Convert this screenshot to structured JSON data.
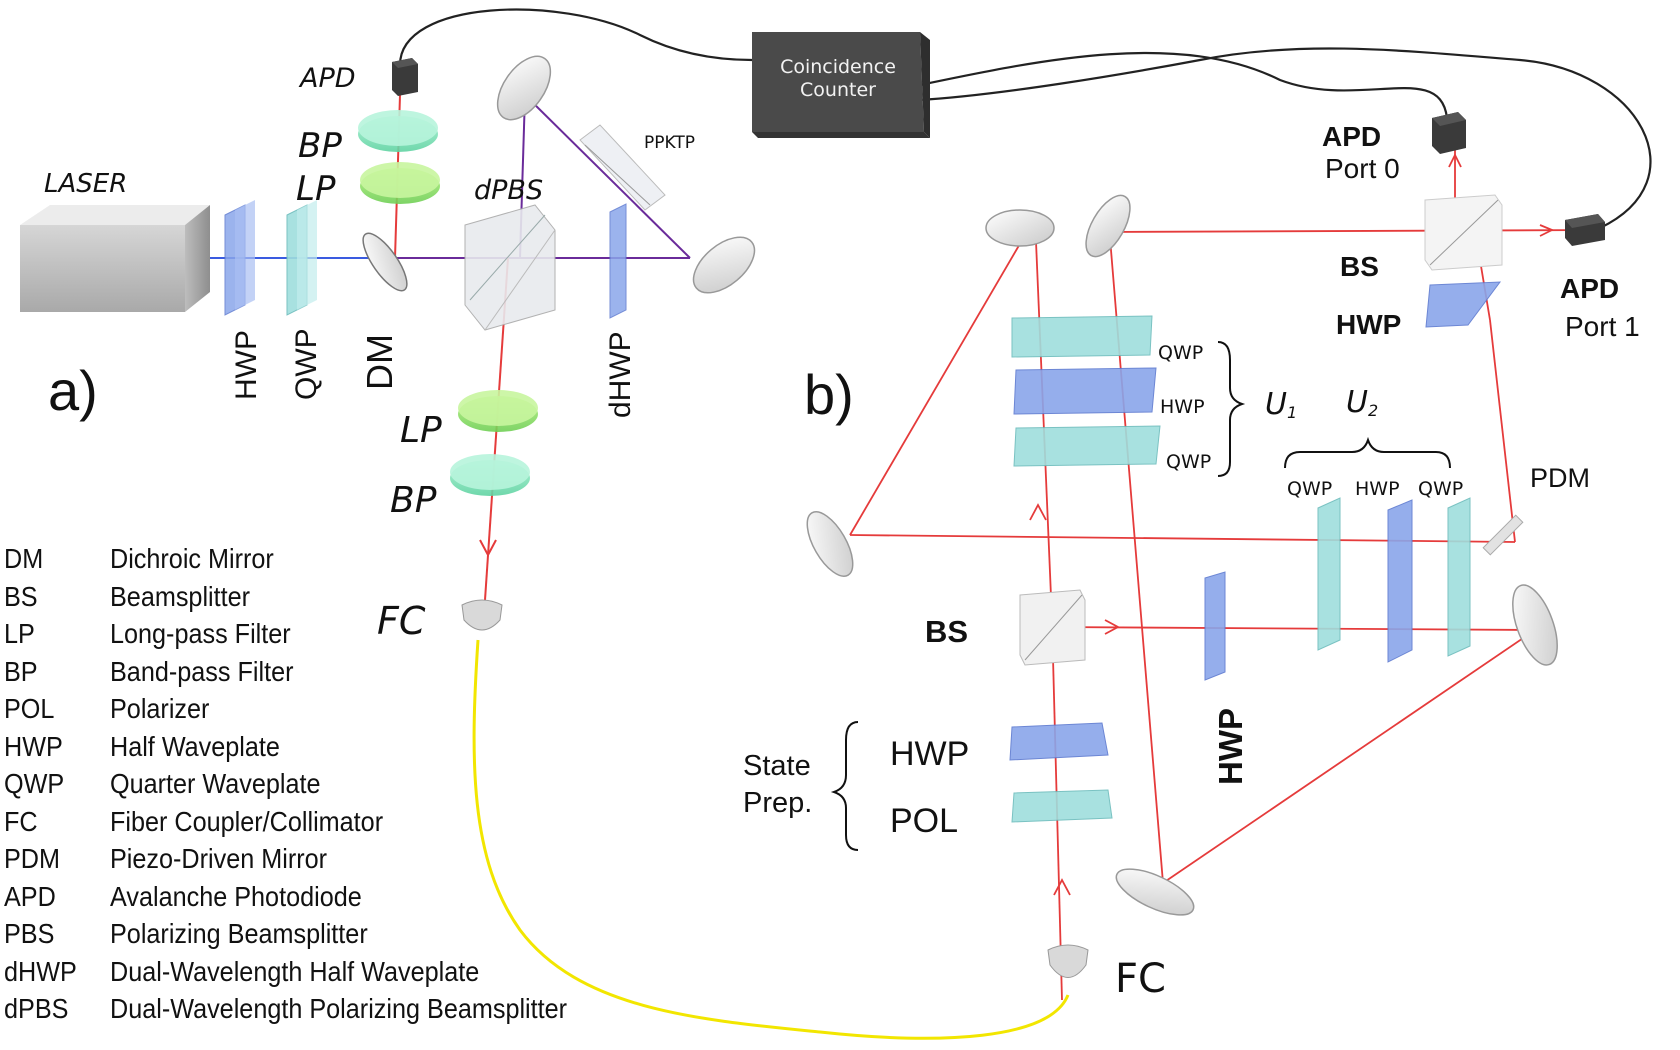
{
  "panel_a": {
    "panel_label": "a)",
    "laser": "LASER",
    "apd": "APD",
    "bp_top": "BP",
    "lp_top": "LP",
    "dpbs": "dPBS",
    "ppktp": "PPKTP",
    "hwp": "HWP",
    "qwp": "QWP",
    "dm": "DM",
    "dhwp": "dHWP",
    "lp_bottom": "LP",
    "bp_bottom": "BP",
    "fc": "FC"
  },
  "counter": {
    "line1": "Coincidence",
    "line2": "Counter"
  },
  "panel_b": {
    "panel_label": "b)",
    "apd_port0_line1": "APD",
    "apd_port0_line2": "Port 0",
    "apd_port1_line1": "APD",
    "apd_port1_line2": "Port 1",
    "bs_top": "BS",
    "hwp_top": "HWP",
    "u1_qwp_a": "QWP",
    "u1_hwp": "HWP",
    "u1_qwp_b": "QWP",
    "u1_label": "U",
    "u1_sub": "1",
    "u2_label": "U",
    "u2_sub": "2",
    "u2_qwp_a": "QWP",
    "u2_hwp": "HWP",
    "u2_qwp_b": "QWP",
    "pdm": "PDM",
    "bs_mid": "BS",
    "hwp_vertical": "HWP",
    "state_line1": "State",
    "state_line2": "Prep.",
    "state_hwp": "HWP",
    "state_pol": "POL",
    "fc": "FC"
  },
  "legend": [
    {
      "abbr": "DM",
      "desc": "Dichroic Mirror"
    },
    {
      "abbr": "BS",
      "desc": "Beamsplitter"
    },
    {
      "abbr": "LP",
      "desc": "Long-pass Filter"
    },
    {
      "abbr": "BP",
      "desc": "Band-pass Filter"
    },
    {
      "abbr": "POL",
      "desc": "Polarizer"
    },
    {
      "abbr": "HWP",
      "desc": "Half Waveplate"
    },
    {
      "abbr": "QWP",
      "desc": "Quarter Waveplate"
    },
    {
      "abbr": "FC",
      "desc": "Fiber Coupler/Collimator"
    },
    {
      "abbr": "PDM",
      "desc": "Piezo-Driven Mirror"
    },
    {
      "abbr": "APD",
      "desc": "Avalanche Photodiode"
    },
    {
      "abbr": "PBS",
      "desc": "Polarizing Beamsplitter"
    },
    {
      "abbr": "dHWP",
      "desc": "Dual-Wavelength Half Waveplate"
    },
    {
      "abbr": "dPBS",
      "desc": "Dual-Wavelength Polarizing Beamsplitter"
    }
  ],
  "colors": {
    "red_beam": "#e53b3b",
    "blue_beam": "#3a5be0",
    "purple_beam": "#6a2b9a",
    "fiber": "#f2e600",
    "hwp_fill": "#8aa6ea",
    "qwp_fill": "#9fdedd",
    "filter_fill": "#9be37a",
    "bp_fill": "#8ee0b8"
  }
}
